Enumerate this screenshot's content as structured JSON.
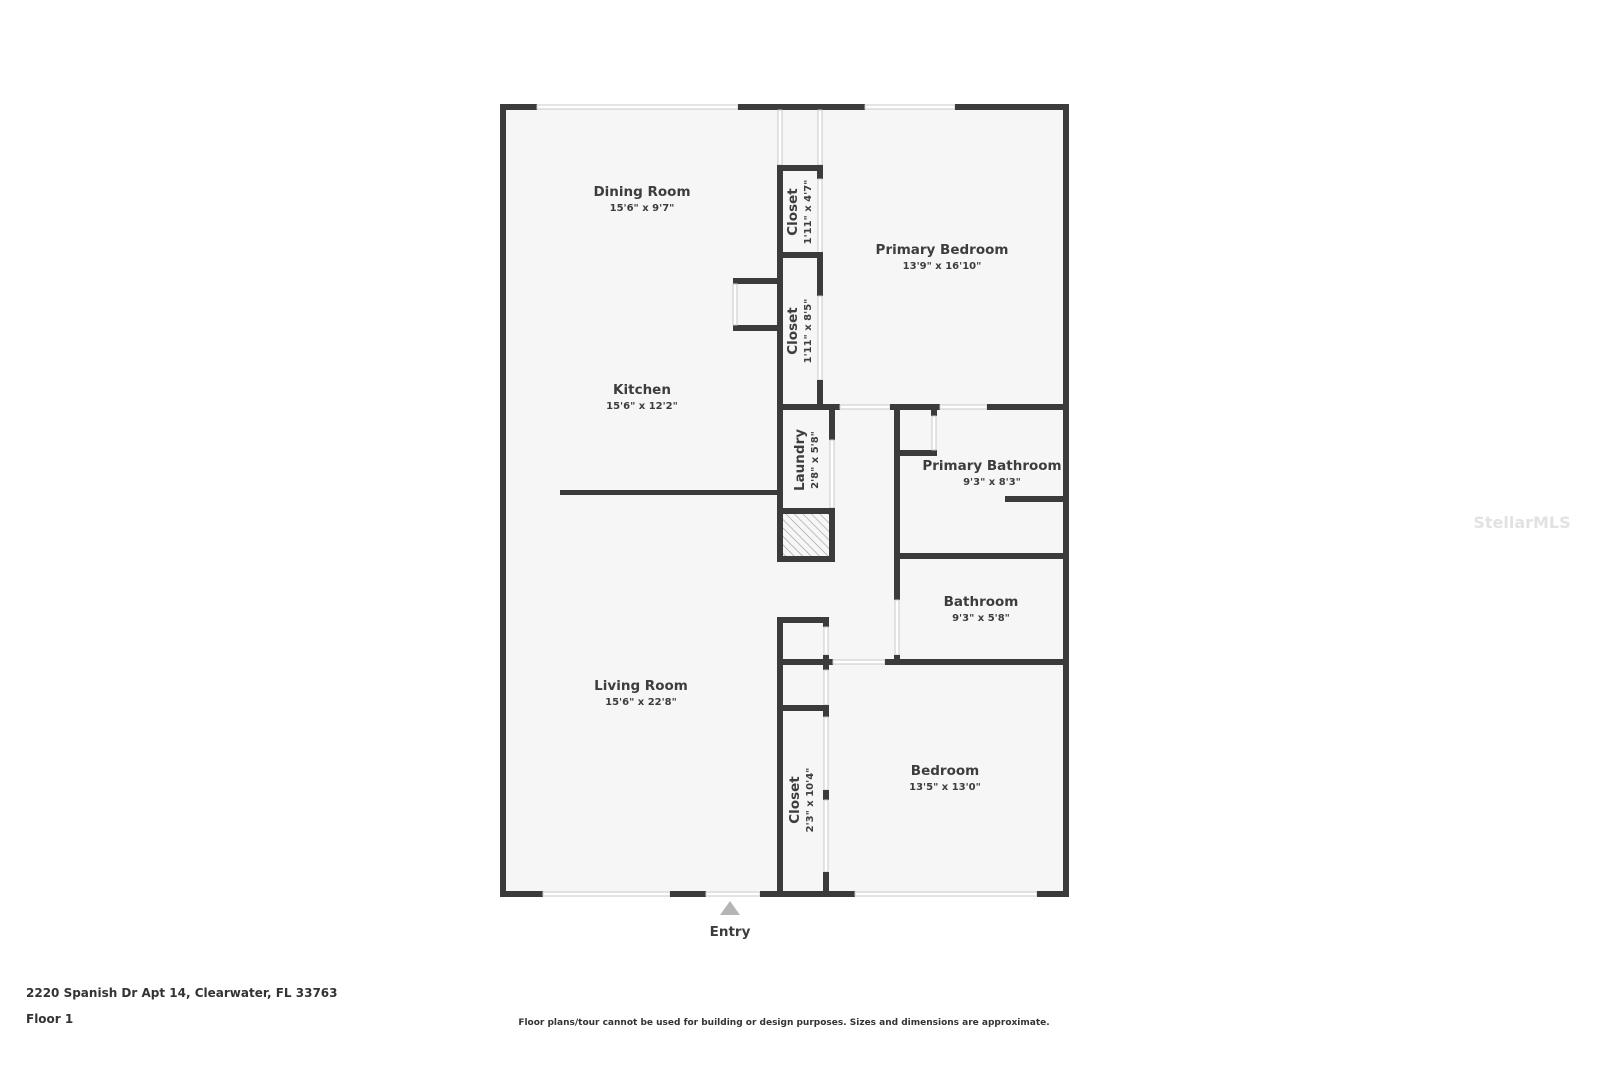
{
  "rooms": [
    {
      "name": "Dining Room",
      "dims": "15'6\" x 9'7\""
    },
    {
      "name": "Kitchen",
      "dims": "15'6\" x 12'2\""
    },
    {
      "name": "Living Room",
      "dims": "15'6\" x 22'8\""
    },
    {
      "name": "Primary Bedroom",
      "dims": "13'9\" x 16'10\""
    },
    {
      "name": "Primary Bathroom",
      "dims": "9'3\" x 8'3\""
    },
    {
      "name": "Bathroom",
      "dims": "9'3\" x 5'8\""
    },
    {
      "name": "Bedroom",
      "dims": "13'5\" x 13'0\""
    },
    {
      "name": "Closet",
      "dims": "1'11\" x 4'7\""
    },
    {
      "name": "Closet",
      "dims": "1'11\" x 8'5\""
    },
    {
      "name": "Laundry",
      "dims": "2'8\" x 5'8\""
    },
    {
      "name": "Closet",
      "dims": "2'3\" x 10'4\""
    }
  ],
  "entry_label": "Entry",
  "address": "2220 Spanish Dr Apt 14, Clearwater, FL 33763",
  "floor": "Floor 1",
  "disclaimer": "Floor plans/tour cannot be used for building or design purposes. Sizes and dimensions are approximate.",
  "watermark": "StellarMLS",
  "colors": {
    "wall": "#3b3b3b",
    "floor": "#f6f6f6"
  }
}
